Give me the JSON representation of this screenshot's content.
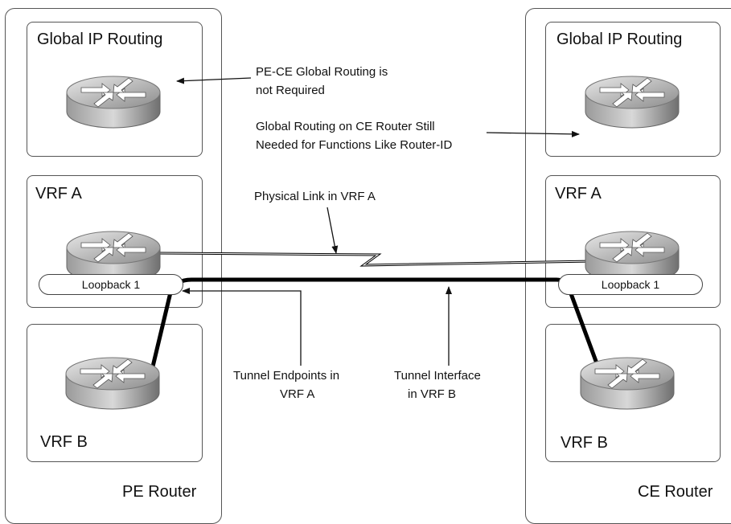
{
  "pe_router": {
    "label": "PE Router",
    "global_label": "Global IP Routing",
    "vrf_a_label": "VRF A",
    "vrf_b_label": "VRF B",
    "loopback_label": "Loopback 1"
  },
  "ce_router": {
    "label": "CE Router",
    "global_label": "Global IP Routing",
    "vrf_a_label": "VRF A",
    "vrf_b_label": "VRF B",
    "loopback_label": "Loopback 1"
  },
  "annotations": {
    "pe_ce_global_line1": "PE-CE Global Routing is",
    "pe_ce_global_line2": "not Required",
    "ce_global_line1": "Global Routing on CE Router Still",
    "ce_global_line2": "Needed for Functions Like Router-ID",
    "physical_link": "Physical Link in VRF A",
    "tunnel_endpoints_line1": "Tunnel Endpoints in",
    "tunnel_endpoints_line2": "VRF A",
    "tunnel_interface_line1": "Tunnel Interface",
    "tunnel_interface_line2": "in VRF B"
  },
  "icons": {
    "router": "router-icon"
  }
}
